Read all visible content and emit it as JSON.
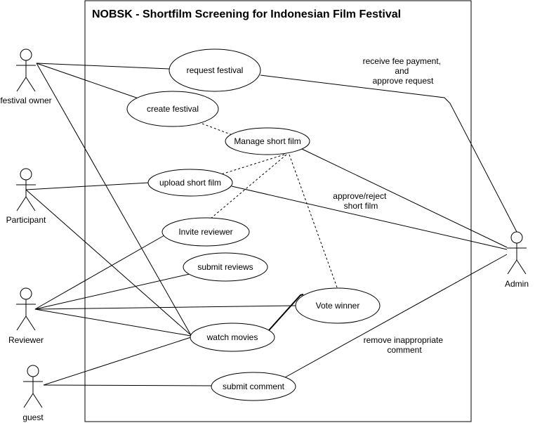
{
  "system": {
    "title": "NOBSK - Shortfilm Screening for Indonesian Film Festival"
  },
  "actors": {
    "festival_owner": "festival owner",
    "participant": "Participant",
    "reviewer": "Reviewer",
    "guest": "guest",
    "admin": "Admin"
  },
  "use_cases": {
    "request_festival": "request festival",
    "create_festival": "create festival",
    "manage_short_film": "Manage short film",
    "upload_short_film": "upload short film",
    "invite_reviewer": "Invite reviewer",
    "submit_reviews": "submit reviews",
    "vote_winner": "Vote winner",
    "watch_movies": "watch movies",
    "submit_comment": "submit comment"
  },
  "annotations": {
    "receive_fee": [
      "receive fee payment,",
      "and",
      "approve request"
    ],
    "approve_reject": [
      "approve/reject",
      "short film"
    ],
    "remove_comment": [
      "remove inappropriate",
      "comment"
    ]
  }
}
